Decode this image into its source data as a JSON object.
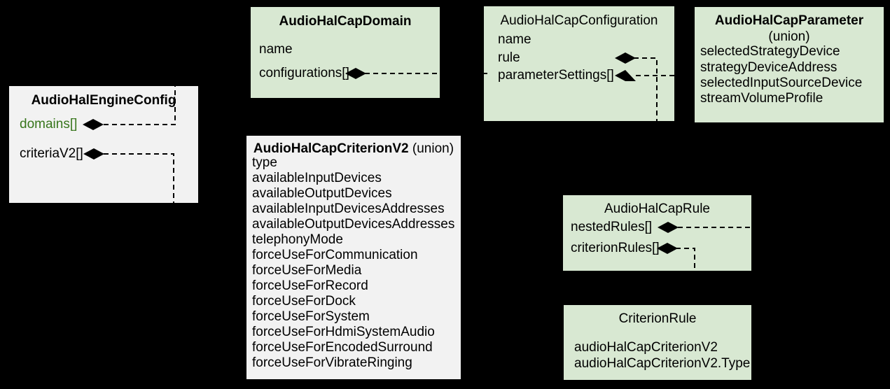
{
  "diagram": {
    "description": "UML-style aggregation diagram of Android Audio HAL configurable-audio-policy (CAP) engine configuration structures",
    "colors": {
      "background": "#000000",
      "green_box_fill": "#d8e8d2",
      "gray_box_fill": "#f2f2f2",
      "text": "#000000",
      "domains_field_text": "#38761d",
      "connector": "#000000"
    },
    "boxes": {
      "engine": {
        "title": "AudioHalEngineConfig",
        "fields": [
          "domains[]",
          "criteriaV2[]"
        ]
      },
      "domain": {
        "title": "AudioHalCapDomain",
        "fields": [
          "name",
          "configurations[]"
        ]
      },
      "configuration": {
        "title": "AudioHalCapConfiguration",
        "fields": [
          "name",
          "rule",
          "parameterSettings[]"
        ]
      },
      "parameter": {
        "title": "AudioHalCapParameter",
        "subtitle": "(union)",
        "fields": [
          "selectedStrategyDevice",
          "strategyDeviceAddress",
          "selectedInputSourceDevice",
          "streamVolumeProfile"
        ]
      },
      "criterion": {
        "title": "AudioHalCapCriterionV2",
        "subtitle": "(union)",
        "fields": [
          "type",
          "availableInputDevices",
          "availableOutputDevices",
          "availableInputDevicesAddresses",
          "availableOutputDevicesAddresses",
          "telephonyMode",
          "forceUseForCommunication",
          "forceUseForMedia",
          "forceUseForRecord",
          "forceUseForDock",
          "forceUseForSystem",
          "forceUseForHdmiSystemAudio",
          "forceUseForEncodedSurround",
          "forceUseForVibrateRinging"
        ]
      },
      "rule": {
        "title": "AudioHalCapRule",
        "fields": [
          "nestedRules[]",
          "criterionRules[]"
        ]
      },
      "criterion_rule": {
        "title": "CriterionRule",
        "fields": [
          "audioHalCapCriterionV2",
          "audioHalCapCriterionV2.Type"
        ]
      }
    },
    "connections": [
      {
        "from": "AudioHalEngineConfig.domains[]",
        "to": "AudioHalCapDomain",
        "type": "aggregation-dashed"
      },
      {
        "from": "AudioHalEngineConfig.criteriaV2[]",
        "to": "AudioHalCapCriterionV2",
        "type": "aggregation-dashed"
      },
      {
        "from": "AudioHalCapDomain.configurations[]",
        "to": "AudioHalCapConfiguration",
        "type": "aggregation-dashed"
      },
      {
        "from": "AudioHalCapConfiguration.rule",
        "to": "AudioHalCapRule",
        "type": "aggregation-dashed"
      },
      {
        "from": "AudioHalCapConfiguration.parameterSettings[]",
        "to": "AudioHalCapParameter",
        "type": "aggregation-dashed"
      },
      {
        "from": "AudioHalCapRule.nestedRules[]",
        "to": "AudioHalCapRule",
        "type": "aggregation-dashed-self"
      },
      {
        "from": "AudioHalCapRule.criterionRules[]",
        "to": "CriterionRule",
        "type": "aggregation-dashed"
      }
    ]
  }
}
